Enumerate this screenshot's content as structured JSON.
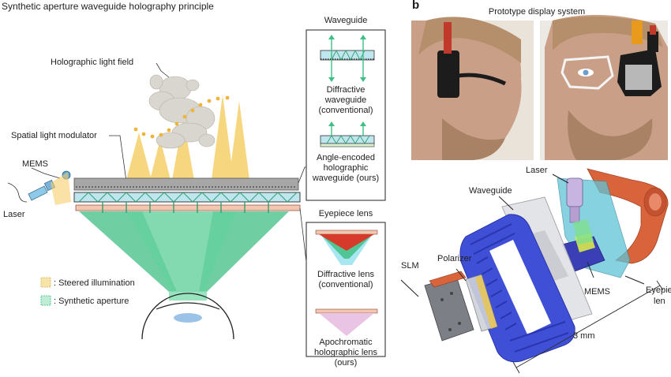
{
  "panel_a": {
    "title": "Synthetic aperture waveguide holography principle",
    "labels": {
      "light_field": "Holographic light field",
      "slm": "Spatial light modulator",
      "mems": "MEMS",
      "laser": "Laser"
    },
    "legend": {
      "steered": ": Steered illumination",
      "synthetic": ": Synthetic aperture"
    },
    "waveguide_box": {
      "title": "Waveguide",
      "conventional": "Diffractive waveguide (conventional)",
      "ours": "Angle-encoded holographic waveguide (ours)"
    },
    "lens_box": {
      "title": "Eyepiece lens",
      "conventional": "Diffractive lens (conventional)",
      "ours": "Apochromatic holographic lens (ours)"
    }
  },
  "panel_b": {
    "label": "b",
    "title": "Prototype display system",
    "labels": {
      "laser": "Laser",
      "waveguide": "Waveguide",
      "slm": "SLM",
      "polarizer": "Polarizer",
      "mems": "MEMS",
      "eyepiece": "Eyepie",
      "eyepiece2": "len",
      "scale": "3 mm"
    }
  },
  "colors": {
    "steered": "#f6cf6b",
    "synthetic": "#3fbf84",
    "waveguide_fill": "#bfe6ee",
    "lens_red": "#d63a2a",
    "lens_pink": "#e9c4e4",
    "eyepiece_lens": "#f3c6b0",
    "print_blue": "#3f4fd6",
    "print_orange": "#d9643c"
  }
}
